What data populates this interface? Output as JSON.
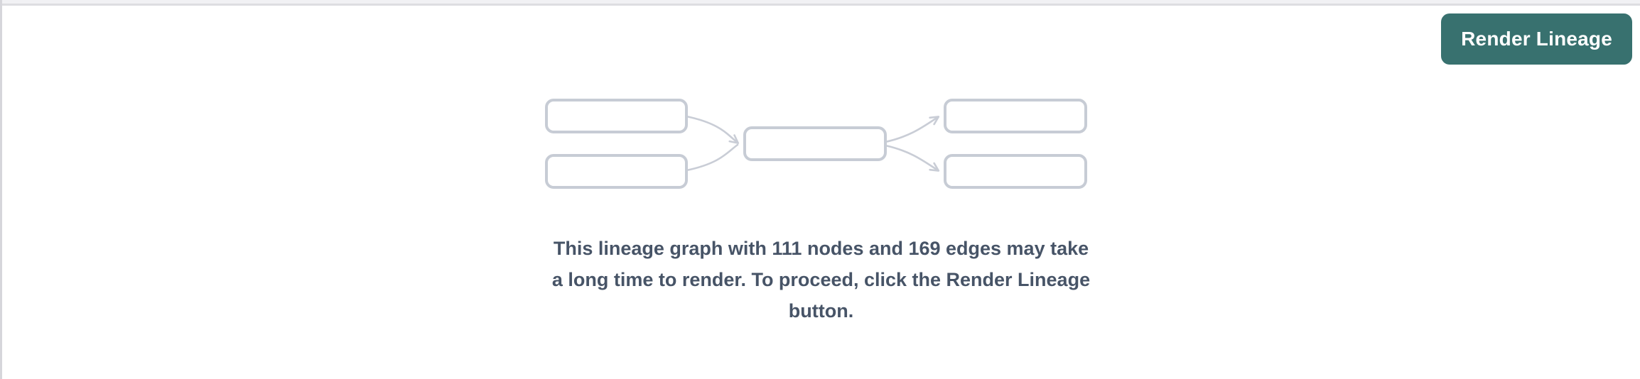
{
  "colors": {
    "accent": "#38716F",
    "text": "#475467",
    "node-border": "#C7CCD5",
    "edge": "#C9CDD6",
    "panel-border": "#D6D6DB",
    "divider": "#DDDDE1",
    "divider-strip": "#F1F1F4"
  },
  "panel": {
    "render_button_label": "Render Lineage",
    "node_count": 111,
    "edge_count": 169,
    "message": "This lineage graph with 111 nodes and 169 edges may take a long time to render. To proceed, click the Render Lineage button.",
    "message_lines": [
      "This lineage graph with 111 nodes and 169 edges may take",
      "a long time to render. To proceed, click the Render Lineage",
      "button."
    ]
  }
}
